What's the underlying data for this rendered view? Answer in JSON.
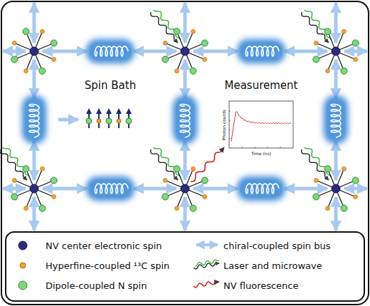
{
  "diagram": {
    "labels": [
      "Spin Bath",
      "Measurement",
      "Photon counts",
      "Time (ns)"
    ],
    "legend": [
      {
        "text": "NV center electronic spin",
        "color": "#2b2d7c"
      },
      {
        "text": "Hyperfine-coupled ¹³C spin",
        "color": "#f2a23a"
      },
      {
        "text": "Dipole-coupled N spin",
        "color": "#7fd67f"
      },
      {
        "text": "chiral-coupled spin bus"
      },
      {
        "text": "Laser and microwave"
      },
      {
        "text": "NV fluorescence"
      }
    ]
  }
}
